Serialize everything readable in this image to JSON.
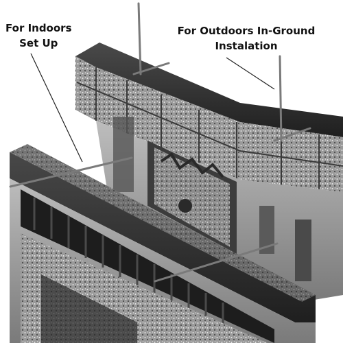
{
  "captions": {
    "indoors": {
      "line1": "For Indoors",
      "line2": "Set Up"
    },
    "outdoors": {
      "line1": "For Outdoors In-Ground",
      "line2": "Instalation"
    }
  },
  "colors": {
    "background": "#ffffff",
    "stone_dark": "#2b2b2b",
    "stone_mid": "#6e6e6e",
    "stone_light": "#d8d8d8",
    "stake_metal": "#7a7a7a",
    "text": "#111111"
  }
}
